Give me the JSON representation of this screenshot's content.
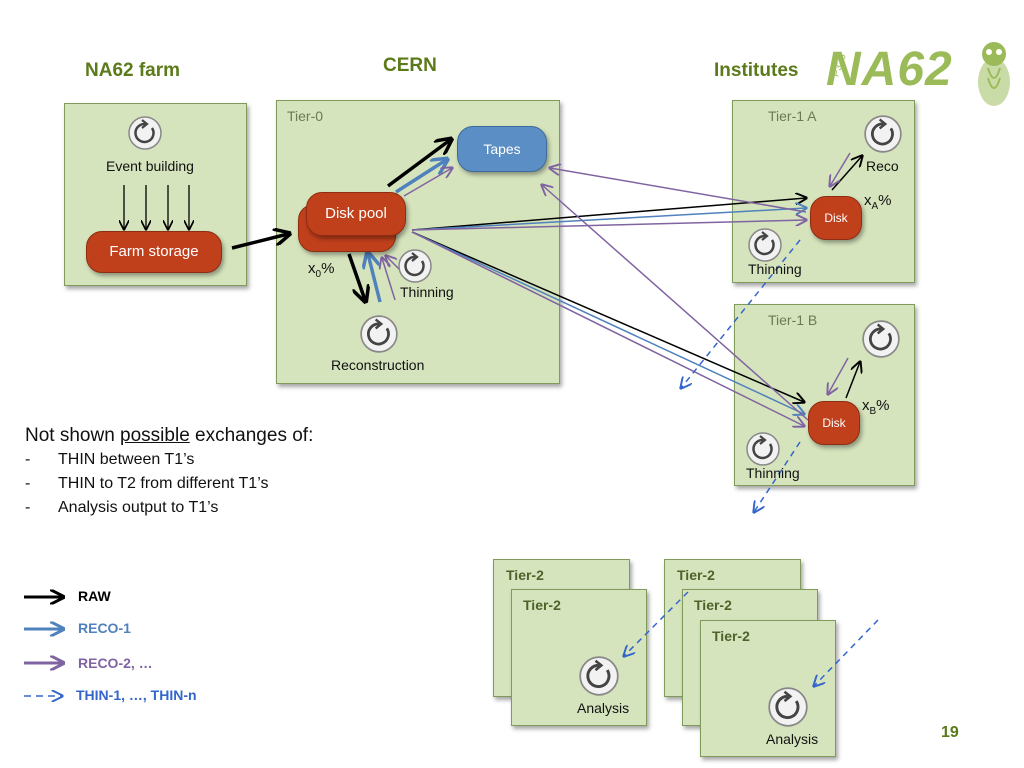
{
  "headings": {
    "farm": "NA62 farm",
    "cern": "CERN",
    "institutes": "Institutes"
  },
  "logo": {
    "text": "NA62",
    "code": "P326"
  },
  "farm": {
    "process": "Event building",
    "storage": "Farm storage"
  },
  "tier0": {
    "label": "Tier-0",
    "tapes": "Tapes",
    "disk_pool": "Disk pool",
    "fraction_prefix": "x",
    "fraction_sub": "0",
    "fraction_suffix": "%",
    "thinning": "Thinning",
    "reconstruction": "Reconstruction"
  },
  "tier1a": {
    "label": "Tier-1 A",
    "reco": "Reco",
    "disk": "Disk",
    "fraction_prefix": "x",
    "fraction_sub": "A",
    "fraction_suffix": "%",
    "thinning": "Thinning"
  },
  "tier1b": {
    "label": "Tier-1 B",
    "disk": "Disk",
    "fraction_prefix": "x",
    "fraction_sub": "B",
    "fraction_suffix": "%",
    "thinning": "Thinning"
  },
  "tier2": {
    "label": "Tier-2",
    "analysis": "Analysis"
  },
  "note": {
    "prefix": "Not shown ",
    "underlined": "possible",
    "suffix": " exchanges of:",
    "items": [
      "THIN between T1’s",
      "THIN to T2 from different T1’s",
      "Analysis output to T1’s"
    ]
  },
  "legend": [
    {
      "label": "RAW",
      "color": "#000000"
    },
    {
      "label": "RECO-1",
      "color": "#4f81bd"
    },
    {
      "label": "RECO-2, …",
      "color": "#8064a2"
    },
    {
      "label": "THIN-1, …, THIN-n",
      "color": "#3366cc"
    }
  ],
  "page_number": "19"
}
